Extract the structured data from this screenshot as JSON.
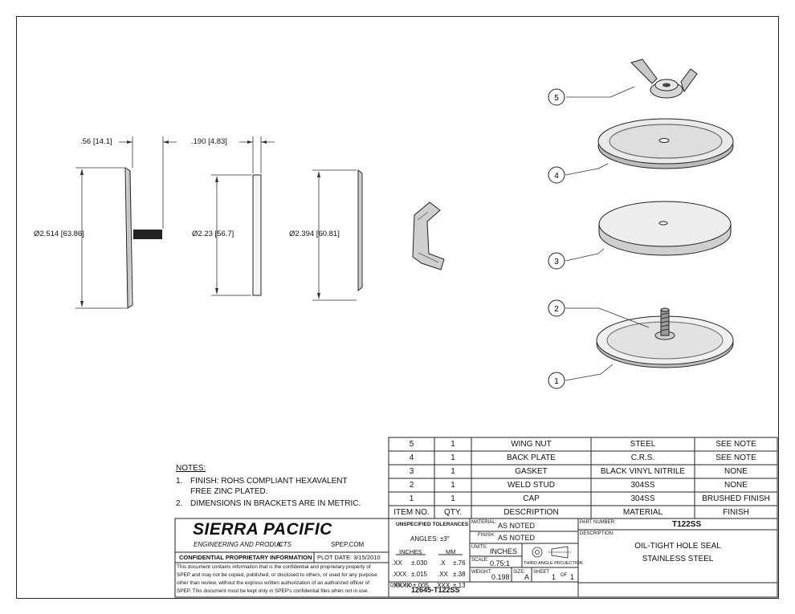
{
  "dimensions": {
    "side_cap_thickness": ".56 [14.1]",
    "side_cap_diameter": "Ø2.514 [63.86]",
    "gasket_thickness": ".190 [4.83]",
    "gasket_diameter": "Ø2.23 [56.7]",
    "plate_diameter": "Ø2.394 [60.81]"
  },
  "balloons": [
    "5",
    "4",
    "3",
    "2",
    "1"
  ],
  "bom": {
    "headers": {
      "item": "ITEM NO.",
      "qty": "QTY.",
      "desc": "DESCRIPTION",
      "material": "MATERIAL",
      "finish": "FINISH"
    },
    "rows": [
      {
        "item": "5",
        "qty": "1",
        "desc": "WING NUT",
        "material": "STEEL",
        "finish": "SEE NOTE"
      },
      {
        "item": "4",
        "qty": "1",
        "desc": "BACK PLATE",
        "material": "C.R.S.",
        "finish": "SEE NOTE"
      },
      {
        "item": "3",
        "qty": "1",
        "desc": "GASKET",
        "material": "BLACK VINYL NITRILE",
        "finish": "NONE"
      },
      {
        "item": "2",
        "qty": "1",
        "desc": "WELD STUD",
        "material": "304SS",
        "finish": "NONE"
      },
      {
        "item": "1",
        "qty": "1",
        "desc": "CAP",
        "material": "304SS",
        "finish": "BRUSHED FINISH"
      }
    ]
  },
  "notes": {
    "title": "NOTES:",
    "n1_num": "1.",
    "n1_line1": "FINISH: ROHS COMPLIANT HEXAVALENT",
    "n1_line2": "FREE ZINC PLATED.",
    "n2_num": "2.",
    "n2_line1": "DIMENSIONS IN BRACKETS ARE IN METRIC."
  },
  "company": {
    "name": "SIERRA PACIFIC",
    "sub": "ENGINEERING AND PRODUCTS",
    "reg": "®",
    "web": "SPEP.COM",
    "confidential_title": "CONFIDENTIAL PROPRIETARY INFORMATION",
    "plot_date": "PLOT DATE:  3/15/2010",
    "conf_l1": "This document contains information that is the confidential and proprietary property of",
    "conf_l2": "SPEP and may not be copied, published, or disclosed to others, or used for any purpose",
    "conf_l3": "other than review, without the express written authorization of an authorized officer of",
    "conf_l4": "SPEP. This document must be kept only in SPEP's confidential files when not in use."
  },
  "tolerances": {
    "title": "UNSPECIFIED TOLERANCES",
    "angles": "ANGLES: ±3°",
    "inches": "INCHES",
    "mm": "MM",
    "r1a": ".XX",
    "r1b": "±.030",
    "r1c": ".X",
    "r1d": "±.76",
    "r2a": ".XXX",
    "r2b": "±.015",
    "r2c": ".XX",
    "r2d": "±.38",
    "r3a": ".XXXX",
    "r3b": "±.005",
    "r3c": ".XXX",
    "r3d": "±.13"
  },
  "title_block": {
    "material_label": "MATERIAL:",
    "material": "AS NOTED",
    "finish_label": "FINISH:",
    "finish": "AS NOTED",
    "units_label": "UNITS:",
    "units": "INCHES",
    "scale_label": "SCALE:",
    "scale": "0.75:1",
    "projection": "THIRD ANGLE PROJECTION",
    "weight_label": "WEIGHT:",
    "weight": "0.198",
    "size_label": "SIZE:",
    "size": "A",
    "sheet_label": "SHEET",
    "sheet": "1",
    "of_label": "OF",
    "of": "1",
    "dwg_label": "DWG. NO.",
    "dwg": "12645-T122SS",
    "part_label": "PART NUMBER:",
    "part": "T122SS",
    "desc_label": "DESCRIPTION:",
    "desc1": "OIL-TIGHT HOLE SEAL",
    "desc2": "STAINLESS STEEL"
  }
}
